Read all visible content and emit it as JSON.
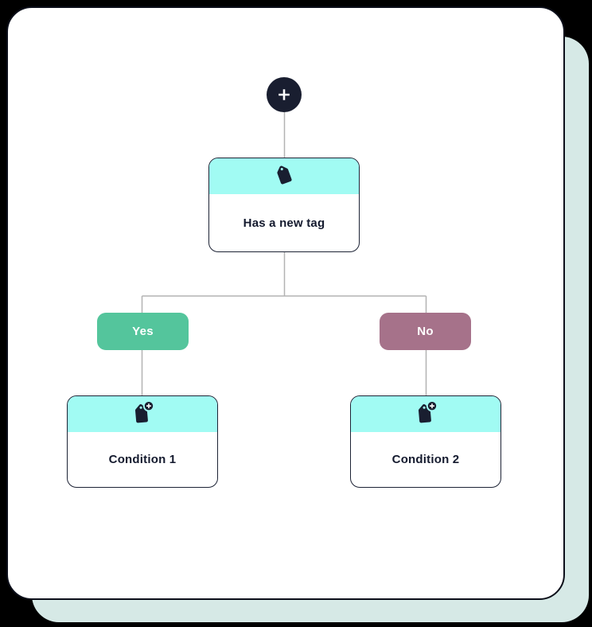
{
  "page": {
    "background_color": "#000000",
    "back_card_color": "#d6e9e6",
    "front_card_color": "#ffffff"
  },
  "flow": {
    "connector_color": "#b3b3b3",
    "icon_color": "#191e30",
    "node_border_color": "#1d2335",
    "node_text_color": "#141a2e",
    "add_button": {
      "icon": "plus-icon",
      "color": "#191e30"
    },
    "root_node": {
      "icon": "tag-icon",
      "header_color": "#a1fbf3",
      "label": "Has a new tag"
    },
    "branches": [
      {
        "label": "Yes",
        "color": "#54c59c",
        "node": {
          "icon": "tag-plus-icon",
          "header_color": "#a1fbf3",
          "label": "Condition 1"
        }
      },
      {
        "label": "No",
        "color": "#a6728a",
        "node": {
          "icon": "tag-plus-icon",
          "header_color": "#a1fbf3",
          "label": "Condition 2"
        }
      }
    ]
  }
}
